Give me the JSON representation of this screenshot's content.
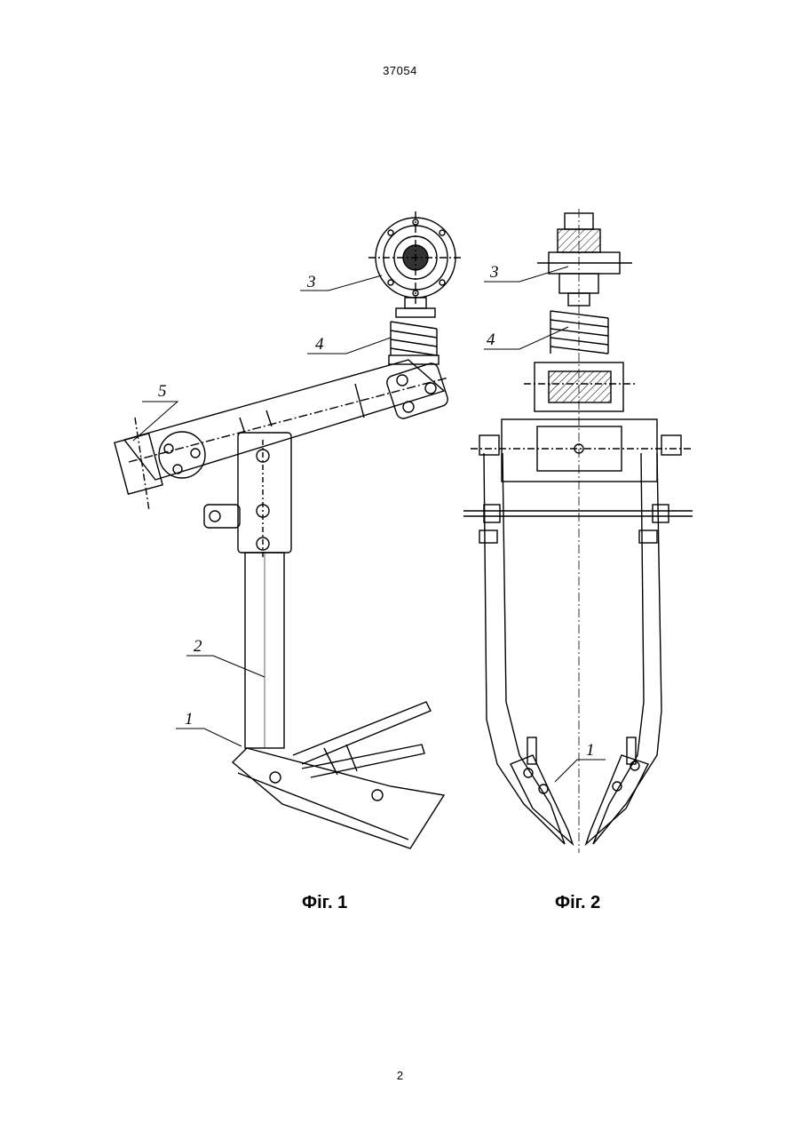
{
  "header": {
    "patent_number": "37054"
  },
  "footer": {
    "page_number": "2"
  },
  "figures": [
    {
      "caption": "Фіг. 1",
      "labels": [
        "3",
        "4",
        "5",
        "2",
        "1"
      ]
    },
    {
      "caption": "Фіг. 2",
      "labels": [
        "3",
        "4",
        "1"
      ]
    }
  ],
  "colors": {
    "ink": "#000000",
    "paper": "#ffffff"
  }
}
